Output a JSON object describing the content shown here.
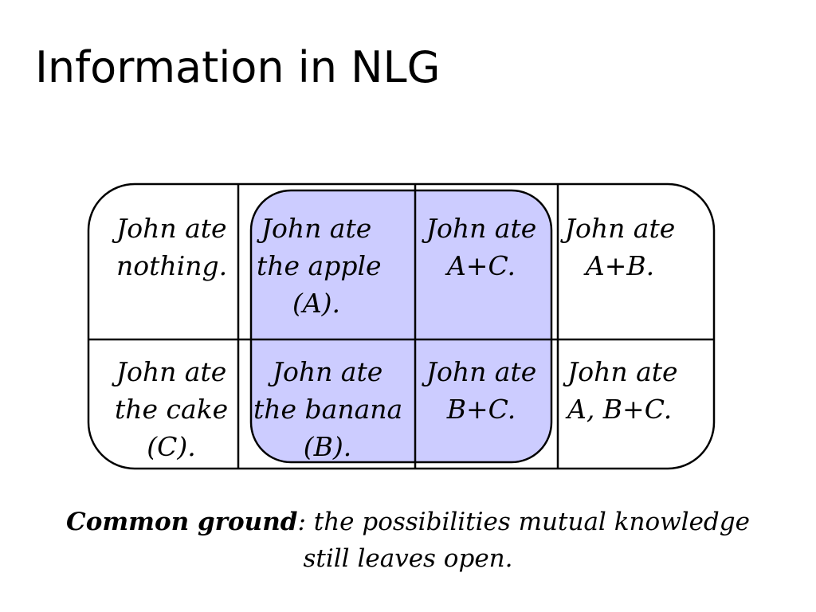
{
  "title": "Information in NLG",
  "cells": {
    "nothing": [
      "John ate",
      "nothing."
    ],
    "apple": [
      "John ate",
      "the apple",
      "(A)."
    ],
    "apple_cake": [
      "John ate",
      "A+C."
    ],
    "apple_banana": [
      "John ate",
      "A+B."
    ],
    "cake": [
      "John ate",
      "the cake",
      "(C)."
    ],
    "banana": [
      "John ate",
      "the banana",
      "(B)."
    ],
    "banana_cake": [
      "John ate",
      "B+C."
    ],
    "all": [
      "John ate",
      "A, B+C."
    ]
  },
  "caption": {
    "term": "Common ground",
    "rest": ": the possibilities mutual knowledge",
    "line2": "still leaves open."
  },
  "colors": {
    "highlight_fill": "#ccccff",
    "border": "#000000"
  }
}
